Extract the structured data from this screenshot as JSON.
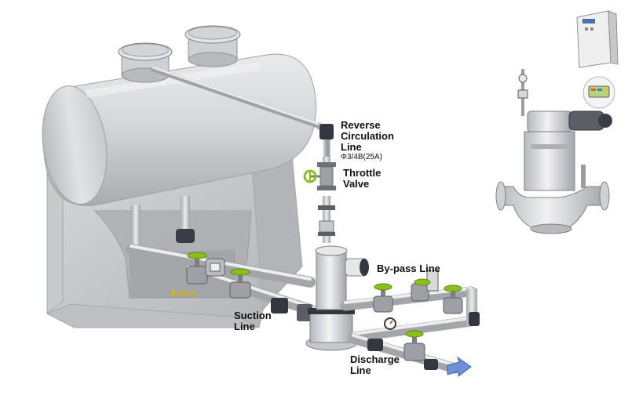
{
  "labels": {
    "reverse_circulation_line": [
      "Reverse",
      "Circulation",
      "Line"
    ],
    "reverse_circulation_size": "Φ3/4B(25A)",
    "throttle_valve": [
      "Throttle",
      "Valve"
    ],
    "bypass_line": "By-pass Line",
    "esv": "E.S.V.",
    "suction_line": [
      "Suction",
      "Line"
    ],
    "discharge_line": [
      "Discharge",
      "Line"
    ]
  },
  "colors": {
    "tank": "#d3d4d6",
    "base": "#c9cacc",
    "pipe": "#c2c4c7",
    "valve_handle": "#8bbf1f",
    "flange_dark": "#3a3d44",
    "esv_text": "#e0c400",
    "flow_arrow": "#6d8fd6"
  }
}
